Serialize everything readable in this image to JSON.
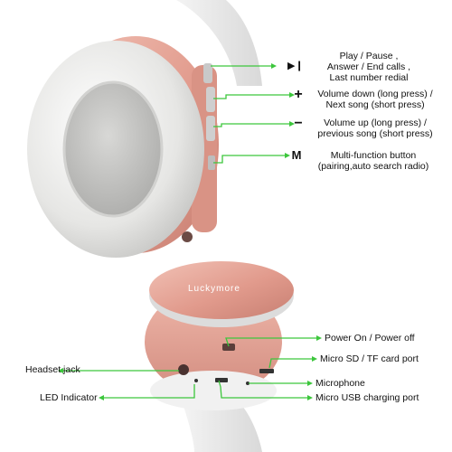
{
  "brand": "Luckymore",
  "top_controls": [
    {
      "icon": "play-pause-icon",
      "glyph": "▶❙",
      "lines": [
        "Play / Pause ,",
        "Answer / End calls ,",
        "Last number redial"
      ]
    },
    {
      "icon": "plus-icon",
      "glyph": "+",
      "lines": [
        "Volume down (long press) /",
        "Next song (short press)"
      ]
    },
    {
      "icon": "minus-icon",
      "glyph": "−",
      "lines": [
        "Volume up (long press) /",
        "previous song (short press)"
      ]
    },
    {
      "icon": "mode-m-icon",
      "glyph": "M",
      "lines": [
        "Multi-function button",
        "(pairing,auto search radio)"
      ]
    }
  ],
  "bottom_labels": {
    "power": "Power On / Power off",
    "micro_sd": "Micro SD / TF card port",
    "headset_jack": "Headset jack",
    "microphone": "Microphone",
    "led": "LED Indicator",
    "usb": "Micro USB charging port"
  },
  "colors": {
    "rose_gold": "#e3a396",
    "rose_dark": "#c77f72",
    "cushion": "#e8e8e6",
    "pointer_green": "#3cc63c"
  }
}
